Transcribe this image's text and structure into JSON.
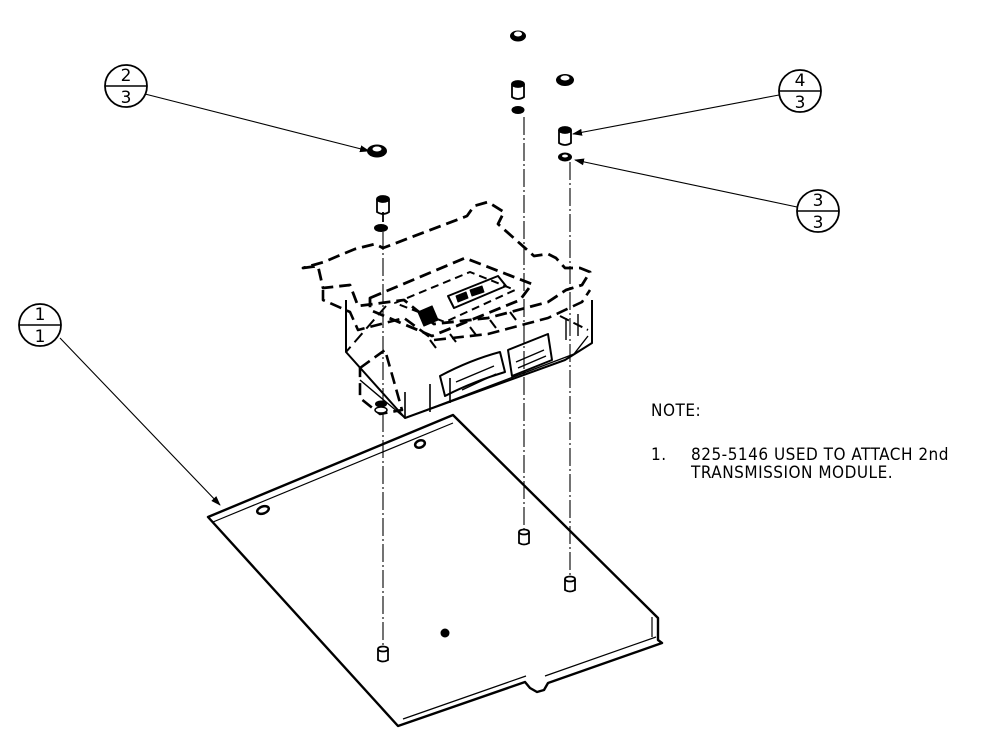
{
  "callouts": [
    {
      "item": "2",
      "qty": "3"
    },
    {
      "item": "4",
      "qty": "3"
    },
    {
      "item": "3",
      "qty": "3"
    },
    {
      "item": "1",
      "qty": "1"
    }
  ],
  "note": {
    "heading": "NOTE:",
    "items": [
      {
        "number": "1.",
        "line1": "825-5146 USED TO ATTACH 2nd",
        "line2": "TRANSMISSION MODULE."
      }
    ]
  }
}
